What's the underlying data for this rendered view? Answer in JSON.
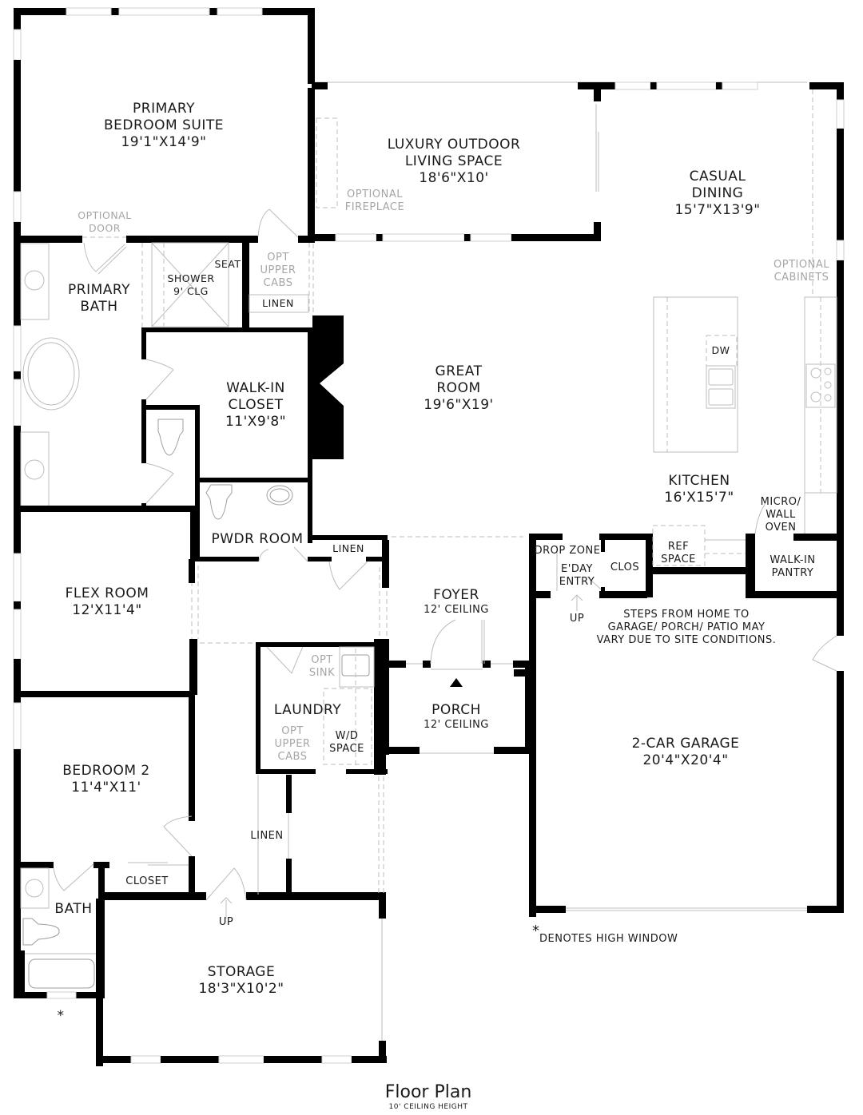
{
  "plan": {
    "title": "Floor Plan",
    "subtitle": "10' CEILING HEIGHT",
    "legend_symbol": "*",
    "legend_text": "DENOTES HIGH WINDOW",
    "high_window_marker": "*",
    "site_note": [
      "STEPS FROM HOME TO",
      "GARAGE/ PORCH/ PATIO MAY",
      "VARY DUE TO SITE CONDITIONS."
    ]
  },
  "rooms": {
    "primary_bedroom": {
      "name": [
        "PRIMARY",
        "BEDROOM SUITE"
      ],
      "size": "19'1\"X14'9\""
    },
    "outdoor_living": {
      "name": [
        "LUXURY OUTDOOR",
        "LIVING SPACE"
      ],
      "size": "18'6\"X10'"
    },
    "casual_dining": {
      "name": [
        "CASUAL",
        "DINING"
      ],
      "size": "15'7\"X13'9\""
    },
    "primary_bath": {
      "name": [
        "PRIMARY",
        "BATH"
      ]
    },
    "walkin_closet": {
      "name": [
        "WALK-IN",
        "CLOSET"
      ],
      "size": "11'X9'8\""
    },
    "great_room": {
      "name": [
        "GREAT",
        "ROOM"
      ],
      "size": "19'6\"X19'"
    },
    "kitchen": {
      "name": "KITCHEN",
      "size": "16'X15'7\""
    },
    "pwdr_room": {
      "name": "PWDR ROOM"
    },
    "flex_room": {
      "name": "FLEX ROOM",
      "size": "12'X11'4\""
    },
    "foyer": {
      "name": "FOYER",
      "ceiling": "12' CEILING"
    },
    "porch": {
      "name": "PORCH",
      "ceiling": "12' CEILING"
    },
    "laundry": {
      "name": "LAUNDRY"
    },
    "bedroom2": {
      "name": "BEDROOM 2",
      "size": "11'4\"X11'"
    },
    "bath": {
      "name": "BATH"
    },
    "storage": {
      "name": "STORAGE",
      "size": "18'3\"X10'2\""
    },
    "garage": {
      "name": "2-CAR GARAGE",
      "size": "20'4\"X20'4\""
    },
    "walkin_pantry": {
      "name": [
        "WALK-IN",
        "PANTRY"
      ]
    }
  },
  "annotations": {
    "optional_door": [
      "OPTIONAL",
      "DOOR"
    ],
    "optional_fireplace": [
      "OPTIONAL",
      "FIREPLACE"
    ],
    "optional_cabinets": [
      "OPTIONAL",
      "CABINETS"
    ],
    "shower": [
      "SHOWER",
      "9' CLG"
    ],
    "seat": "SEAT",
    "opt_upper_cabs_bath": [
      "OPT",
      "UPPER",
      "CABS"
    ],
    "linen_bath": "LINEN",
    "dw": "DW",
    "micro_wall_oven": [
      "MICRO/",
      "WALL",
      "OVEN"
    ],
    "ref_space": [
      "REF",
      "SPACE"
    ],
    "drop_zone": "DROP ZONE",
    "eday_entry": [
      "E'DAY",
      "ENTRY"
    ],
    "clos": "CLOS",
    "up_garage": "UP",
    "linen_hall": "LINEN",
    "opt_sink": [
      "OPT",
      "SINK"
    ],
    "opt_upper_cabs_laundry": [
      "OPT",
      "UPPER",
      "CABS"
    ],
    "wd_space": [
      "W/D",
      "SPACE"
    ],
    "linen_lower": "LINEN",
    "closet_bed2": "CLOSET",
    "up_storage": "UP"
  }
}
